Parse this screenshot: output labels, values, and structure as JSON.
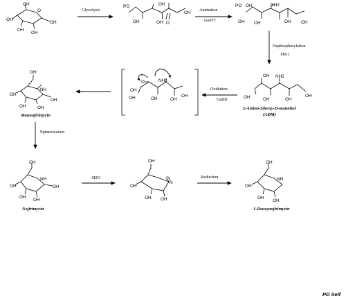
{
  "steps": {
    "glycolysis": "Glycolysis",
    "amination": "Amination",
    "amination_enzyme": "GabT1",
    "dephosphorylation": "Dephosphorylation",
    "dephosphorylation_enzyme": "Yktc1",
    "oxidation": "Oxidation",
    "oxidation_enzyme": "GutB1",
    "epimerization": "Epimerization",
    "dehydration": "-H2O",
    "reduction": "Reduction"
  },
  "compounds": {
    "adm_name": "2-Amino-2deoxy-D-mannitol",
    "adm_abbrev": "(ADM)",
    "mannojirimycin": "Mannojirimycin",
    "nojirimycin": "Nojirimycin",
    "deoxynojirimycin": "1-Deoxynojirimycin"
  },
  "atoms": {
    "oh": "OH",
    "po": "PO",
    "nh2": "NH2",
    "nh": "NH",
    "n": "N",
    "o": "O"
  },
  "credit": "PD Self"
}
